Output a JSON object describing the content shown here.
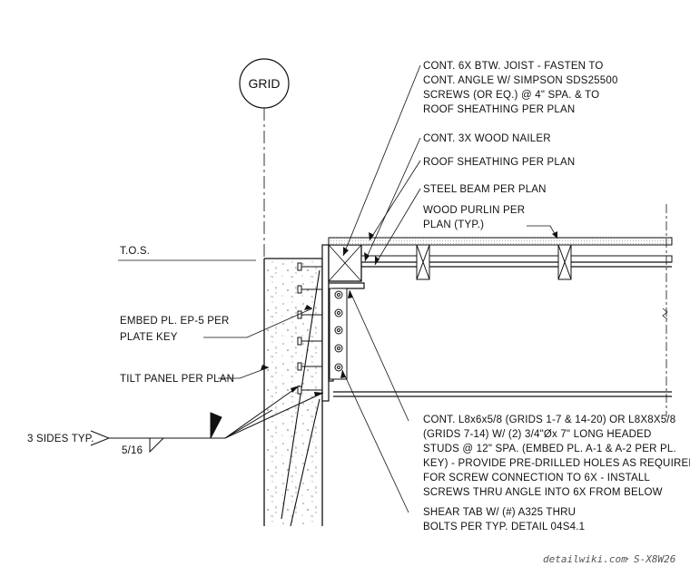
{
  "grid": {
    "label": "GRID"
  },
  "elevation": {
    "label": "T.O.S."
  },
  "notes": {
    "joist": [
      "CONT. 6X BTW. JOIST - FASTEN TO",
      "CONT. ANGLE W/ SIMPSON SDS25500",
      "SCREWS (OR EQ.) @ 4\" SPA. & TO",
      "ROOF SHEATHING PER PLAN"
    ],
    "nailer": [
      "CONT. 3X WOOD NAILER"
    ],
    "sheathing": [
      "ROOF SHEATHING PER PLAN"
    ],
    "beam": [
      "STEEL BEAM PER PLAN"
    ],
    "purlin": [
      "WOOD PURLIN PER",
      "PLAN (TYP.)"
    ],
    "embed": [
      "EMBED PL. EP-5 PER",
      "PLATE KEY"
    ],
    "tilt": [
      "TILT PANEL PER PLAN"
    ],
    "angle": [
      "CONT. L8x6x5/8 (GRIDS 1-7 & 14-20) OR L8X8X5/8",
      "(GRIDS 7-14) W/ (2) 3/4\"Øx 7\" LONG HEADED",
      "STUDS @ 12\" SPA. (EMBED PL. A-1 & A-2 PER PL.",
      "KEY) - PROVIDE PRE-DRILLED HOLES AS REQUIRED",
      "FOR SCREW CONNECTION TO 6X - INSTALL",
      "SCREWS THRU ANGLE INTO 6X FROM BELOW"
    ],
    "shear": [
      "SHEAR TAB W/ (#) A325 THRU",
      "BOLTS PER TYP. DETAIL 04S4.1"
    ]
  },
  "weld": {
    "sides": "3 SIDES TYP.",
    "size": "5/16"
  },
  "footer": {
    "site": "detailwiki.com",
    "sep": "·",
    "code": "S-X8W26"
  }
}
